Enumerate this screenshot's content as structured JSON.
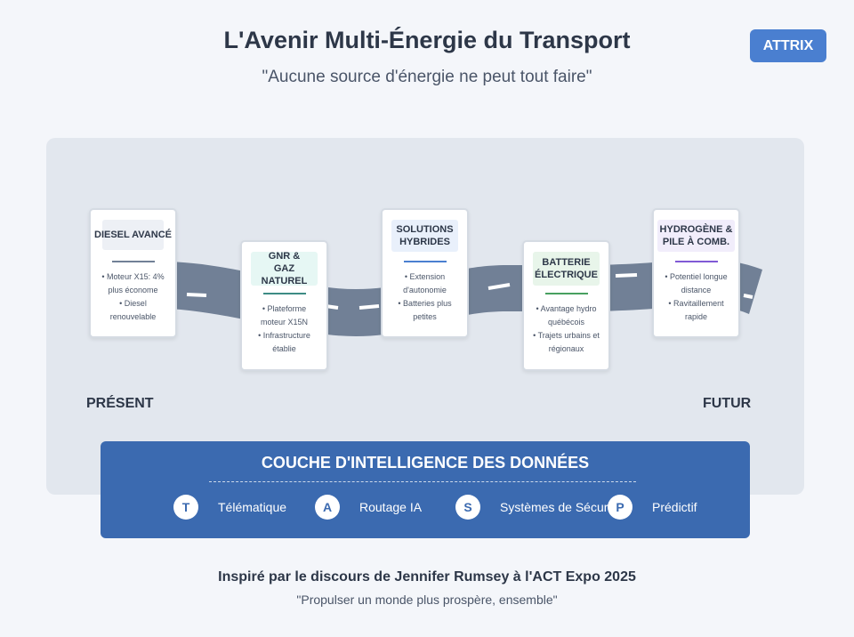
{
  "header": {
    "title": "L'Avenir Multi-Énergie du Transport",
    "subtitle": "\"Aucune source d'énergie ne peut tout faire\"",
    "logo": "ATTRIX"
  },
  "timeline": {
    "start_label": "PRÉSENT",
    "end_label": "FUTUR",
    "stages": [
      {
        "title": "DIESEL AVANCÉ",
        "bullets": [
          "• Moteur X15: 4%",
          "plus économe",
          "• Diesel",
          "renouvelable"
        ],
        "head_color": "#edf0f5",
        "accent": "#718096"
      },
      {
        "title": "GNR &\nGAZ NATUREL",
        "bullets": [
          "• Plateforme",
          "moteur X15N",
          "• Infrastructure",
          "établie"
        ],
        "head_color": "#e6f7f4",
        "accent": "#3d8b84"
      },
      {
        "title": "SOLUTIONS\nHYBRIDES",
        "bullets": [
          "• Extension",
          "d'autonomie",
          "• Batteries plus",
          "petites"
        ],
        "head_color": "#e9f0fb",
        "accent": "#4a7fd0"
      },
      {
        "title": "BATTERIE\nÉLECTRIQUE",
        "bullets": [
          "• Avantage hydro",
          "québécois",
          "• Trajets urbains et",
          "régionaux"
        ],
        "head_color": "#e8f5ea",
        "accent": "#48a060"
      },
      {
        "title": "HYDROGÈNE &\nPILE À COMB.",
        "bullets": [
          "• Potentiel longue",
          "distance",
          "• Ravitaillement",
          "rapide"
        ],
        "head_color": "#f1edfb",
        "accent": "#805ad5"
      }
    ]
  },
  "data_layer": {
    "title": "COUCHE D'INTELLIGENCE DES DONNÉES",
    "items": [
      {
        "letter": "T",
        "label": "Télématique"
      },
      {
        "letter": "A",
        "label": "Routage IA"
      },
      {
        "letter": "S",
        "label": "Systèmes de Sécurité"
      },
      {
        "letter": "P",
        "label": "Prédictif"
      }
    ]
  },
  "footer": {
    "credit": "Inspiré par le discours de Jennifer Rumsey à l'ACT Expo 2025",
    "quote": "\"Propulser un monde plus prospère, ensemble\""
  },
  "colors": {
    "road": "#718096",
    "panel": "#e2e7ee",
    "data_layer": "#3b6ab0",
    "logo": "#4a7fd0"
  }
}
